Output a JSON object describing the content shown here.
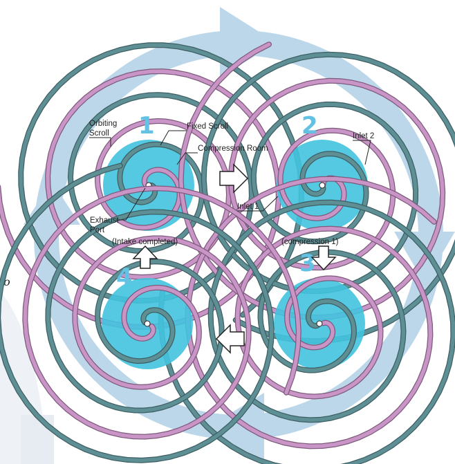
{
  "colors": {
    "cycle_ring": "#bcd7ea",
    "step_number": "#63c2e3",
    "orbiting_scroll": "#c995c7",
    "fixed_scroll": "#5e8f95",
    "compression_fill": "#43c3df",
    "label_text": "#222222"
  },
  "steps": [
    {
      "number": "1",
      "caption": "(Intake completed)"
    },
    {
      "number": "2",
      "caption": "(compression 1)"
    },
    {
      "number": "3",
      "caption": ""
    },
    {
      "number": "4",
      "caption": ""
    }
  ],
  "labels": {
    "orbiting_scroll_line1": "Orbiting",
    "orbiting_scroll_line2": "Scroll",
    "fixed_scroll": "Fixed Scroll",
    "compression_room": "Compression Room",
    "exhaust_port_line1": "Exhaust",
    "exhaust_port_line2": "Port",
    "inlet_1": "Inlet 1",
    "inlet_2": "Inlet 2"
  },
  "side_text": "lo"
}
